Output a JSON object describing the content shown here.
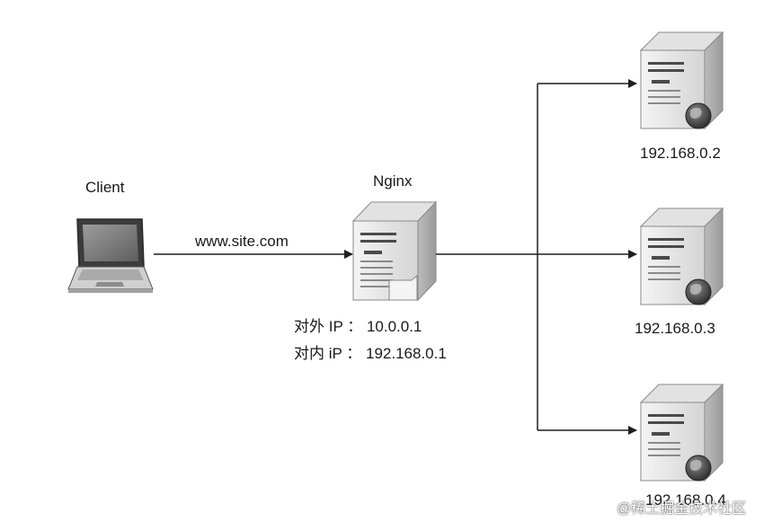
{
  "client": {
    "label": "Client",
    "link_label": "www.site.com"
  },
  "proxy": {
    "label": "Nginx",
    "external_ip_label": "对外 IP ：",
    "external_ip_value": "10.0.0.1",
    "internal_ip_label": "对内 iP ：",
    "internal_ip_value": "192.168.0.1"
  },
  "backends": [
    {
      "ip": "192.168.0.2"
    },
    {
      "ip": "192.168.0.3"
    },
    {
      "ip": "192.168.0.4"
    }
  ],
  "watermark": "@稀土掘金技术社区",
  "colors": {
    "line": "#1f1f1f",
    "server_face": "#ececec",
    "server_side": "#bdbdbd",
    "server_top": "#d9d9d9",
    "globe": "#3a3a3a"
  }
}
